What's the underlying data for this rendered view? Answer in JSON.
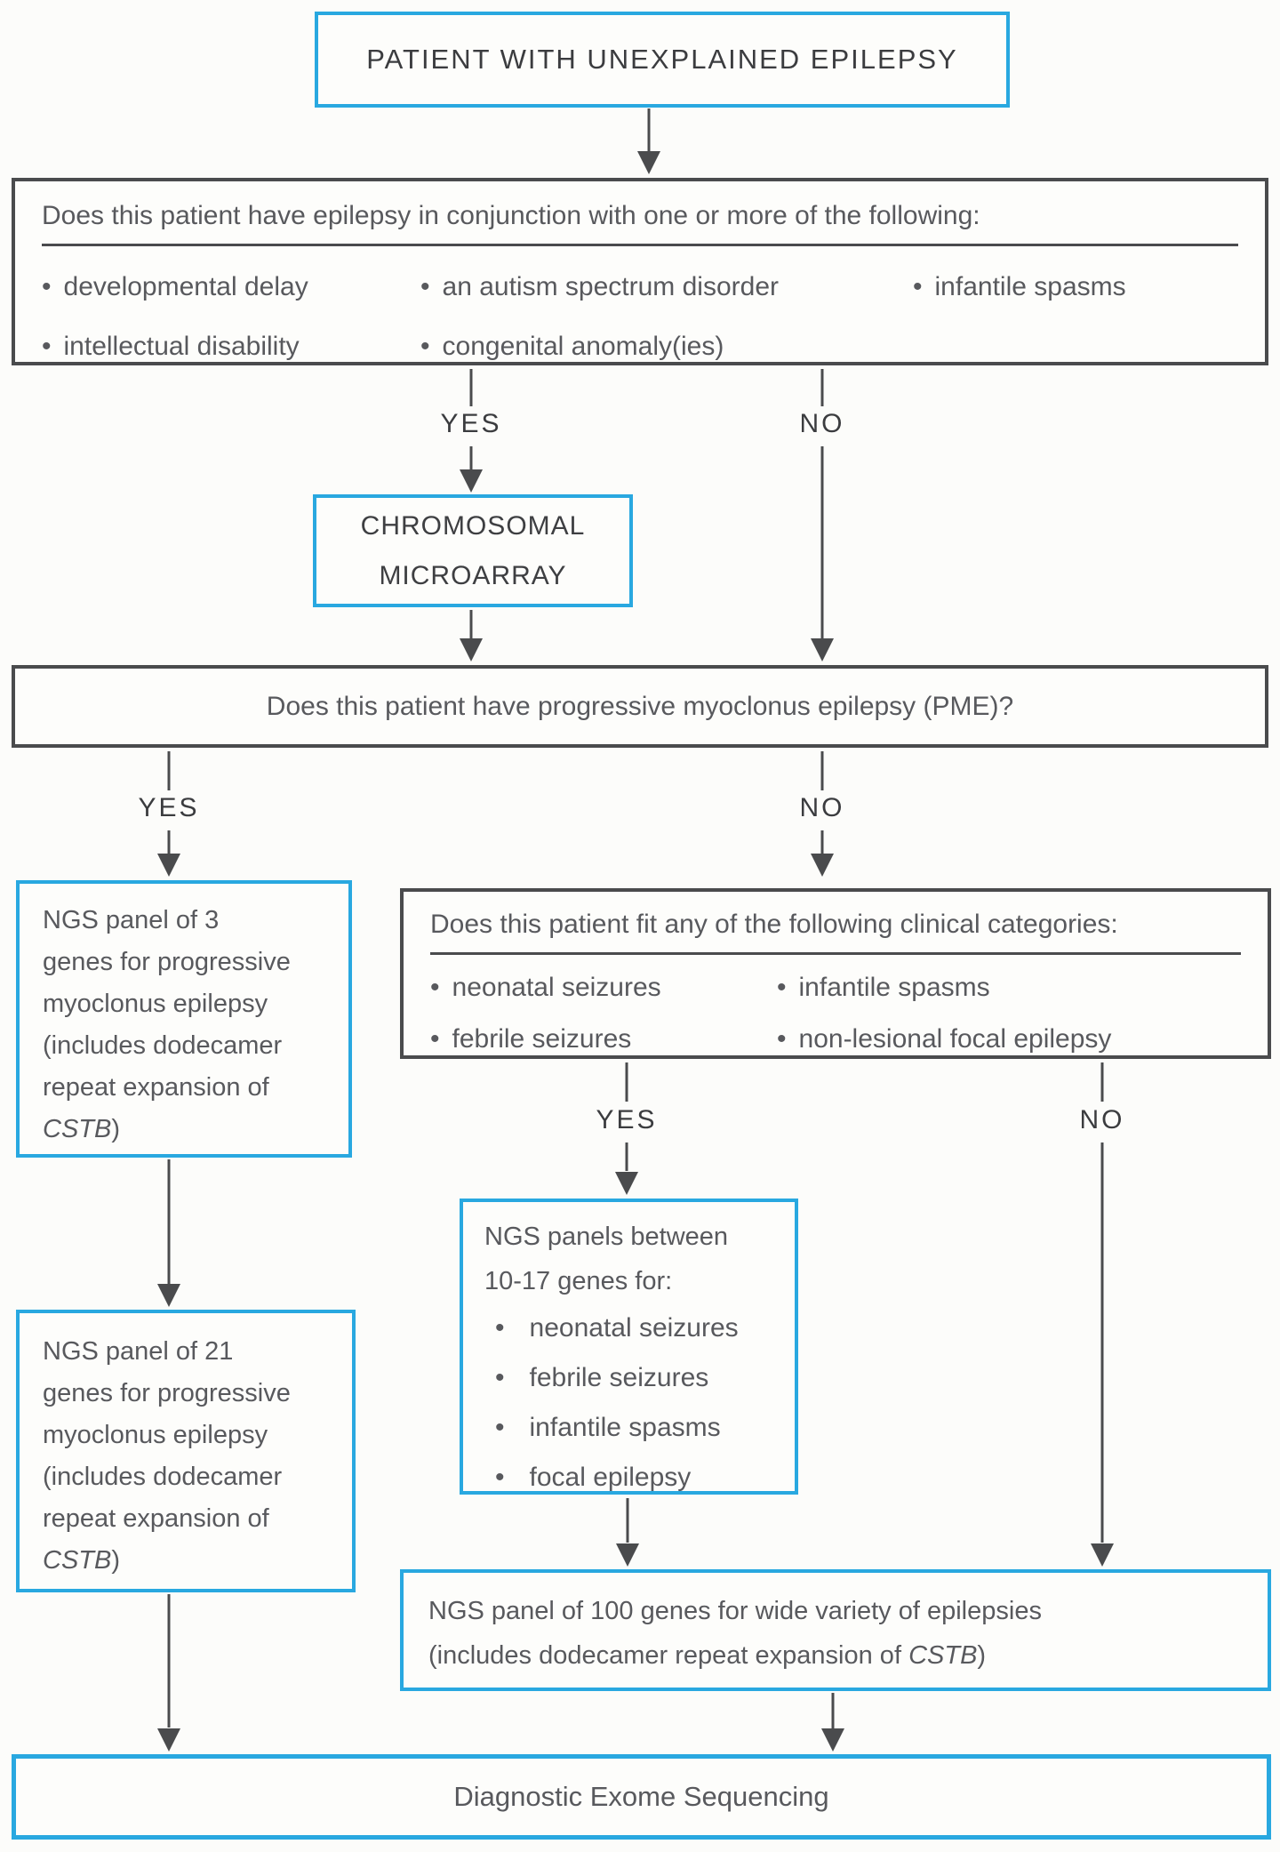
{
  "palette": {
    "accent_blue": "#29a8e0",
    "line_gray": "#4a4b4d",
    "body_text": "#58595d",
    "heading_text": "#3b3c3f"
  },
  "glyphs": {
    "bullet": "•"
  },
  "labels": {
    "yes": "YES",
    "no": "NO"
  },
  "start": {
    "title": "PATIENT WITH UNEXPLAINED EPILEPSY"
  },
  "q1": {
    "question": "Does this patient have epilepsy in conjunction with one or more of the following:",
    "col1": [
      "developmental delay",
      "intellectual disability"
    ],
    "col2": [
      "an autism spectrum disorder",
      "congenital anomaly(ies)"
    ],
    "col3": [
      "infantile spasms"
    ]
  },
  "cma": {
    "line1": "CHROMOSOMAL",
    "line2": "MICROARRAY"
  },
  "q2": {
    "question": "Does this patient have progressive myoclonus epilepsy (PME)?"
  },
  "ngs3": {
    "before": "NGS panel of 3\ngenes for progressive\nmyoclonus epilepsy\n(includes dodecamer\nrepeat expansion of\n",
    "gene": "CSTB",
    "after": ")"
  },
  "q3": {
    "question": "Does this patient fit any of the following clinical categories:",
    "col1": [
      "neonatal seizures",
      "febrile seizures"
    ],
    "col2": [
      "infantile spasms",
      "non-lesional focal epilepsy"
    ]
  },
  "ngs1017": {
    "intro": "NGS panels between\n10-17 genes for:",
    "items": [
      "neonatal seizures",
      "febrile seizures",
      "infantile spasms",
      "focal epilepsy"
    ]
  },
  "ngs21": {
    "before": "NGS panel of 21\ngenes for progressive\nmyoclonus epilepsy\n(includes dodecamer\nrepeat expansion of\n",
    "gene": "CSTB",
    "after": ")"
  },
  "ngs100": {
    "before": "NGS panel of 100 genes for wide variety of epilepsies\n(includes dodecamer repeat expansion of ",
    "gene": "CSTB",
    "after": ")"
  },
  "des": {
    "title": "Diagnostic Exome Sequencing"
  }
}
